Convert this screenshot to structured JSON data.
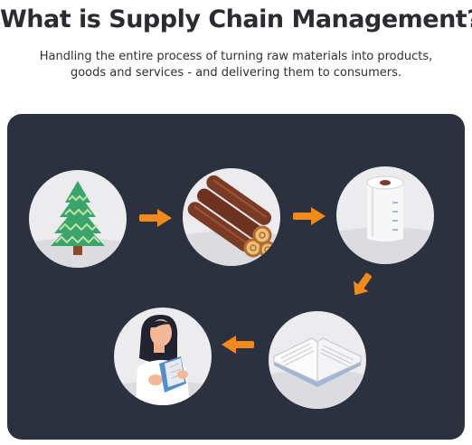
{
  "header": {
    "title": "What is Supply Chain Management?",
    "subtitle_line1": "Handling the entire process of turning raw materials into products,",
    "subtitle_line2": "goods and services - and delivering them to consumers."
  },
  "colors": {
    "panel": "#2b313f",
    "circle": "#ececef",
    "arrow": "#f08a1c",
    "tree": "#3aa56a",
    "log": "#7a3a25",
    "book": "#4f8fd0"
  },
  "flow": {
    "steps": [
      {
        "icon": "pine-tree-icon"
      },
      {
        "icon": "wood-logs-icon"
      },
      {
        "icon": "paper-roll-icon"
      },
      {
        "icon": "open-book-icon"
      },
      {
        "icon": "woman-reading-book-icon"
      }
    ]
  }
}
